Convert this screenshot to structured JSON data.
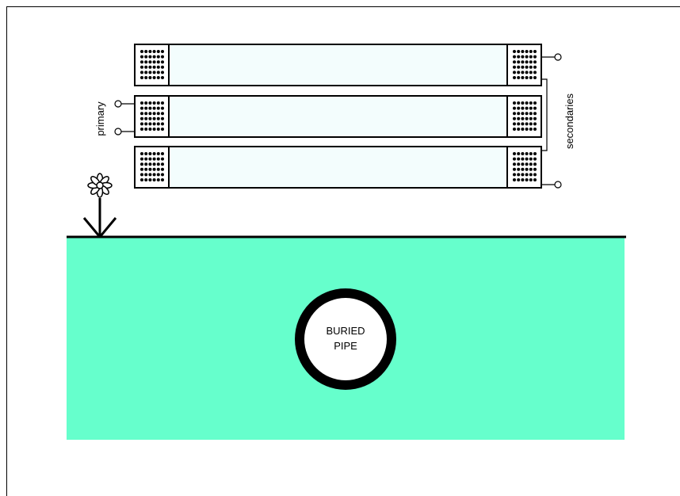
{
  "labels": {
    "primary": "primary",
    "secondaries": "secondaries",
    "pipe_line1": "BURIED",
    "pipe_line2": "PIPE"
  },
  "colors": {
    "soil": "#66ffcc",
    "plate_fill": "#f3fdfd",
    "ink": "#000000",
    "pipe_fill": "#ffffff"
  },
  "plates": [
    {
      "id": "plate-top",
      "role": "secondary"
    },
    {
      "id": "plate-middle",
      "role": "primary"
    },
    {
      "id": "plate-bottom",
      "role": "secondary"
    }
  ]
}
